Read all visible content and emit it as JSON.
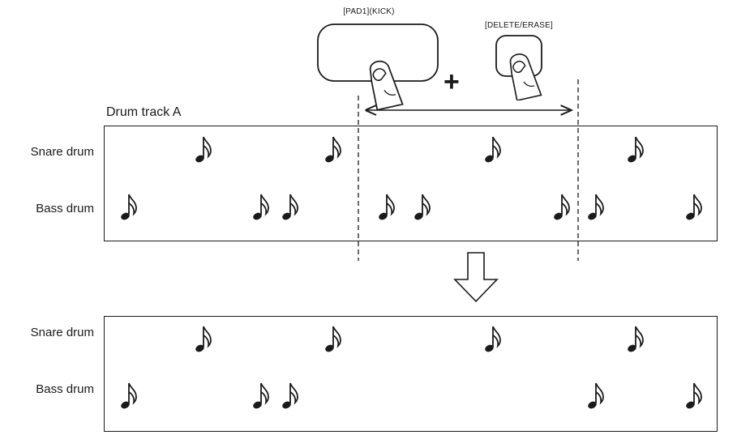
{
  "buttons": {
    "pad1_label": "[PAD1](KICK)",
    "delete_label": "[DELETE/ERASE]",
    "plus": "+"
  },
  "track": {
    "title": "Drum track A"
  },
  "rows": {
    "snare": "Snare drum",
    "bass": "Bass drum"
  },
  "colors": {
    "ink": "#1a1a1a"
  }
}
